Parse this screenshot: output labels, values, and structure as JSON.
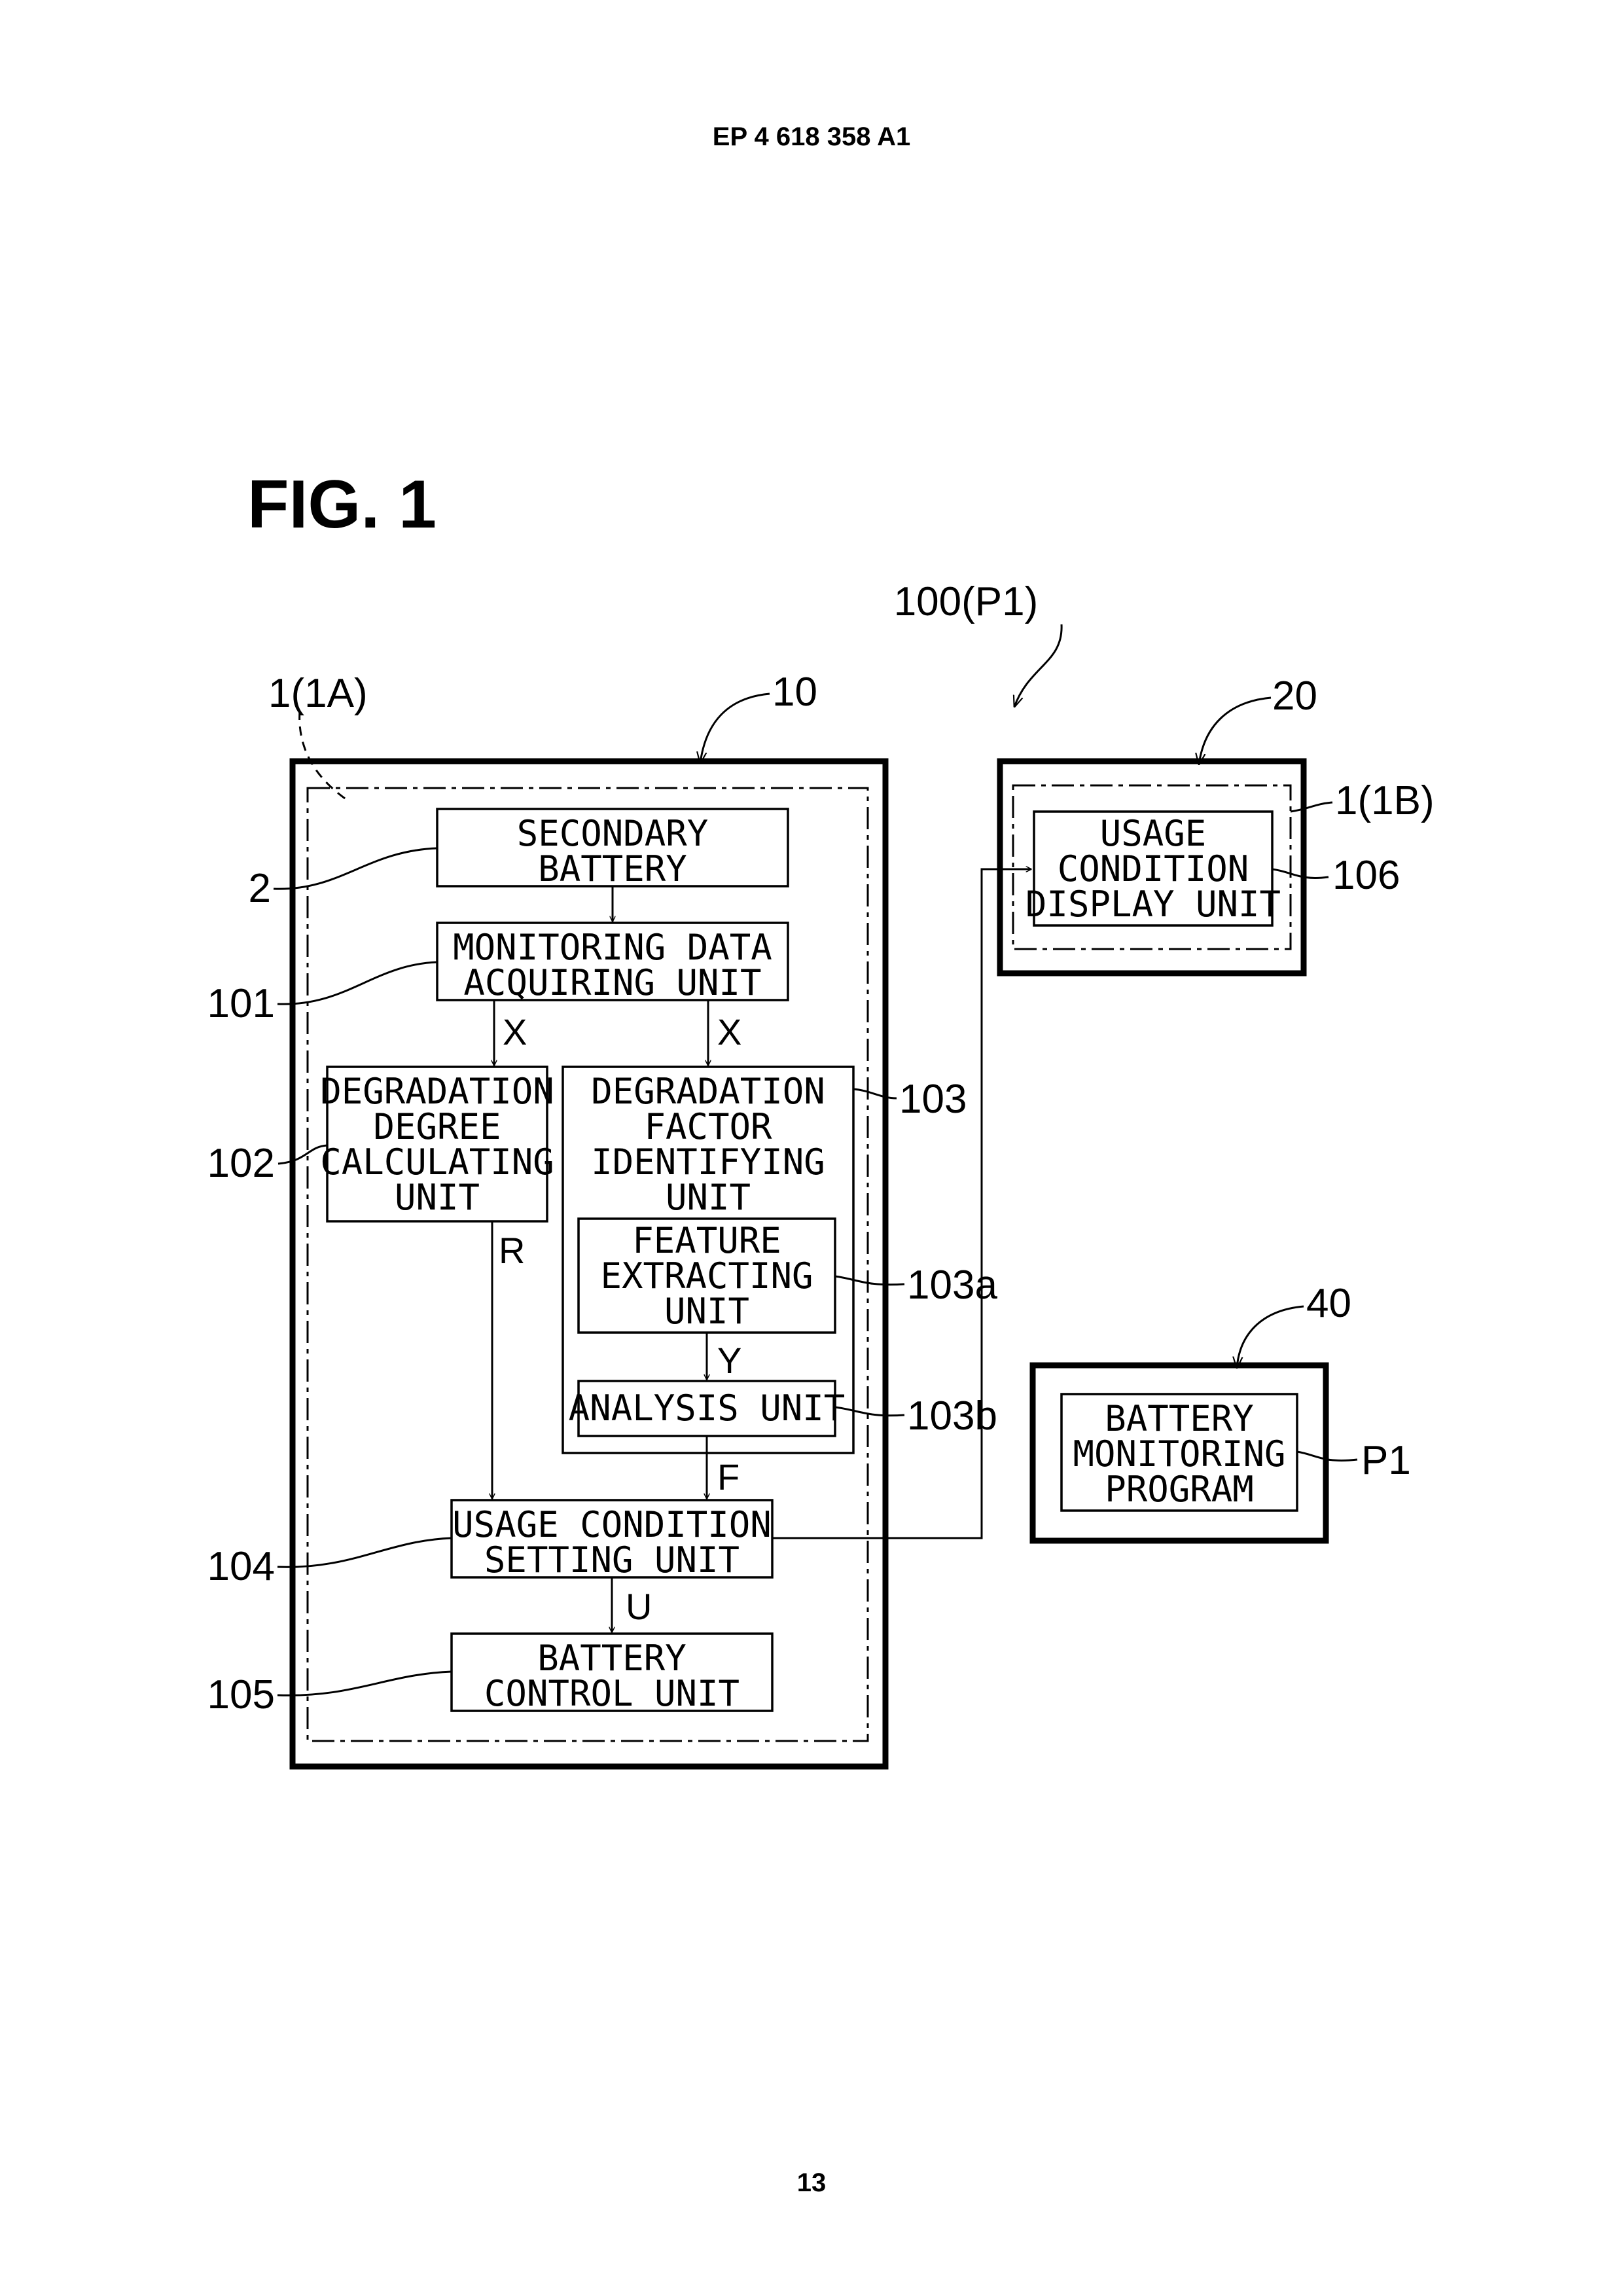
{
  "header": {
    "publication_number": "EP 4 618 358 A1",
    "page_number": "13"
  },
  "figure": {
    "title": "FIG. 1"
  },
  "units": {
    "secondary_battery": {
      "lines": [
        "SECONDARY",
        "BATTERY"
      ],
      "ref": "2"
    },
    "monitoring_data_acquiring_unit": {
      "lines": [
        "MONITORING DATA",
        "ACQUIRING UNIT"
      ],
      "ref": "101"
    },
    "degradation_degree_calculating_unit": {
      "lines": [
        "DEGRADATION",
        "DEGREE",
        "CALCULATING",
        "UNIT"
      ],
      "ref": "102"
    },
    "degradation_factor_identifying_unit": {
      "lines": [
        "DEGRADATION",
        "FACTOR",
        "IDENTIFYING",
        "UNIT"
      ],
      "ref": "103"
    },
    "feature_extracting_unit": {
      "lines": [
        "FEATURE",
        "EXTRACTING",
        "UNIT"
      ],
      "ref": "103a"
    },
    "analysis_unit": {
      "lines": [
        "ANALYSIS UNIT"
      ],
      "ref": "103b"
    },
    "usage_condition_setting_unit": {
      "lines": [
        "USAGE CONDITION",
        "SETTING UNIT"
      ],
      "ref": "104"
    },
    "battery_control_unit": {
      "lines": [
        "BATTERY",
        "CONTROL UNIT"
      ],
      "ref": "105"
    },
    "usage_condition_display_unit": {
      "lines": [
        "USAGE",
        "CONDITION",
        "DISPLAY UNIT"
      ],
      "ref": "106"
    },
    "battery_monitoring_program": {
      "lines": [
        "BATTERY",
        "MONITORING",
        "PROGRAM"
      ],
      "ref": "P1"
    }
  },
  "containers": {
    "device_10": {
      "ref": "10"
    },
    "system_1a": {
      "ref": "1(1A)"
    },
    "device_20": {
      "ref": "20"
    },
    "system_1b": {
      "ref": "1(1B)"
    },
    "medium_40": {
      "ref": "40"
    },
    "overall_system": {
      "ref": "100(P1)"
    }
  },
  "signals": {
    "x_left": "X",
    "x_right": "X",
    "r": "R",
    "y": "Y",
    "f": "F",
    "u": "U"
  }
}
